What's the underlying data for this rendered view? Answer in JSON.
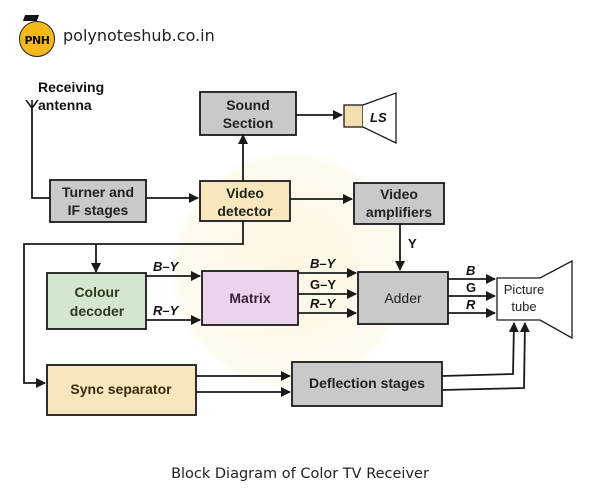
{
  "header": {
    "logo_text": "PNH",
    "site_name": "polynoteshub.co.in"
  },
  "diagram": {
    "antenna_label": [
      "Receiving",
      "antenna"
    ],
    "blocks": {
      "tuner": [
        "Turner and",
        "IF stages"
      ],
      "video_detector": [
        "Video",
        "detector"
      ],
      "sound_section": [
        "Sound",
        "Section"
      ],
      "loudspeaker": "LS",
      "video_amplifiers": [
        "Video",
        "amplifiers"
      ],
      "colour_decoder": [
        "Colour",
        "decoder"
      ],
      "matrix": "Matrix",
      "adder": "Adder",
      "picture_tube": [
        "Picture",
        "tube"
      ],
      "sync_separator": "Sync separator",
      "deflection_stages": "Deflection stages"
    },
    "signals": {
      "y": "Y",
      "decoder_out": [
        "B–Y",
        "R–Y"
      ],
      "matrix_out": [
        "B–Y",
        "G–Y",
        "R–Y"
      ],
      "adder_out": [
        "B",
        "G",
        "R"
      ]
    },
    "colors": {
      "gray_block": "#c9c9c9",
      "yellow_block": "#f8e7bd",
      "green_block": "#d3e6d0",
      "pink_block": "#ecd3ec",
      "line": "#1a1a1a"
    }
  },
  "caption": "Block Diagram of Color TV Receiver"
}
